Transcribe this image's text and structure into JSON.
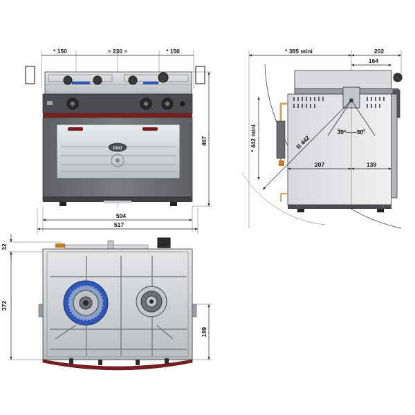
{
  "front_view": {
    "dims_top": {
      "left": "* 150",
      "middle": "= 230 =",
      "right": "* 150"
    },
    "height": "467",
    "width_inner": "504",
    "width_outer": "517",
    "door_badge": "ENO"
  },
  "side_view": {
    "depth_min": "* 385  mini",
    "depth_top": "202",
    "depth_top2": "164",
    "height_min": "* 442  mini",
    "radius": "R 442",
    "angle_left": "30°",
    "angle_right": "30°",
    "dim_bottom_left": "207",
    "dim_bottom_right": "139"
  },
  "top_view": {
    "dim_top": "32",
    "dim_depth": "372",
    "dim_side": "189"
  },
  "colors": {
    "stainless": "#c9ccd0",
    "dark_panel": "#4a4c50",
    "door_glass": "#cfd6d8",
    "trim_red": "#7a1e22",
    "burner_blue": "#2f57b8"
  }
}
